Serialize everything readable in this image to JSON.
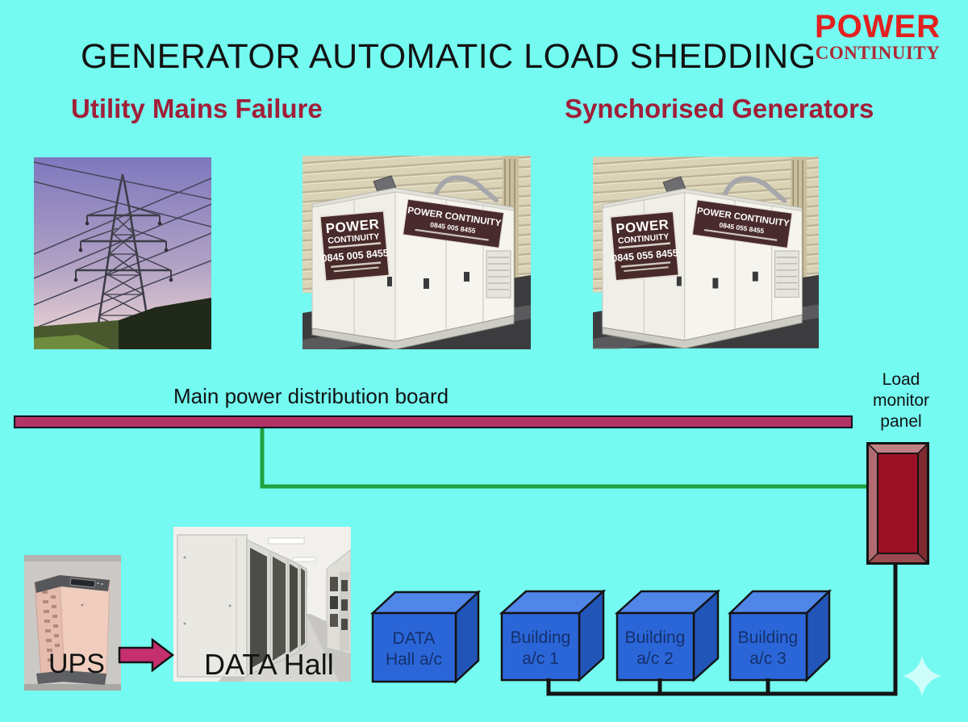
{
  "title": "GENERATOR AUTOMATIC LOAD SHEDDING",
  "logo": {
    "line1": "POWER",
    "line2": "CONTINUITY"
  },
  "headings": {
    "left": "Utility Mains Failure",
    "right": "Synchorised Generators"
  },
  "labels": {
    "main_board": "Main power distribution board",
    "load_monitor": {
      "line1": "Load",
      "line2": "monitor",
      "line3": "panel"
    },
    "ups": "UPS",
    "data_hall": "DATA Hall"
  },
  "generator_signs": {
    "gen1": {
      "front_line1": "POWER",
      "front_line2": "CONTINUITY",
      "front_phone": "0845 005 8455",
      "side_line1": "POWER CONTINUITY",
      "side_phone": "0845 005 8455"
    },
    "gen2": {
      "front_line1": "POWER",
      "front_line2": "CONTINUITY",
      "front_phone": "0845 055 8455",
      "side_line1": "POWER CONTINUITY",
      "side_phone": "0845 055 8455"
    }
  },
  "ac_boxes": [
    {
      "line1": "DATA",
      "line2": "Hall a/c"
    },
    {
      "line1": "Building",
      "line2": "a/c 1"
    },
    {
      "line1": "Building",
      "line2": "a/c 2"
    },
    {
      "line1": "Building",
      "line2": "a/c 3"
    }
  ],
  "colors": {
    "background": "#74FAF1",
    "heading_red": "#A11F38",
    "logo_red": "#E3201F",
    "logo_dark_red": "#AD2A33",
    "distribution_bar": "#B23366",
    "green_feed_line": "#1FA23E",
    "black_line": "#141414",
    "load_panel_face": "#9C1126",
    "box_front": "#2B66D9",
    "box_top": "#4F86E8",
    "box_side": "#2155B8",
    "box_text": "#14306B",
    "arrow": "#C62F6E"
  }
}
